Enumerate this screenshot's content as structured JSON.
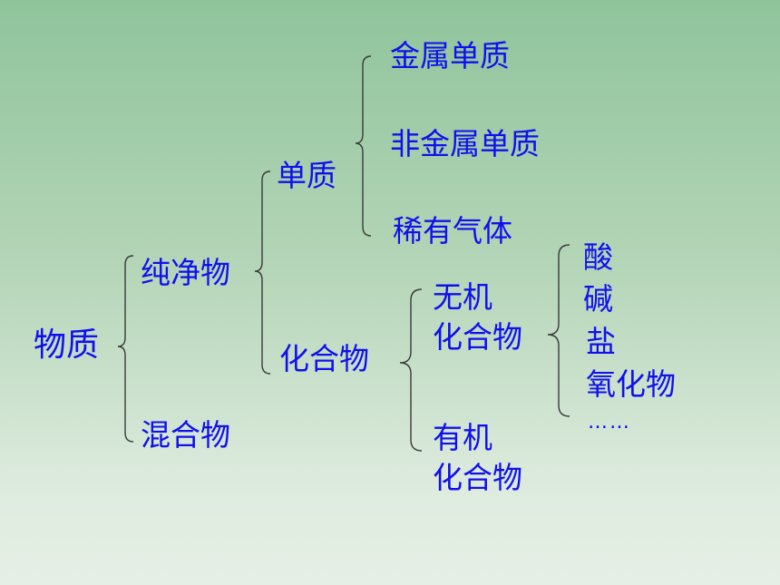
{
  "root": "物质",
  "level1": {
    "pure": "纯净物",
    "mixture": "混合物"
  },
  "level2": {
    "element": "单质",
    "compound": "化合物"
  },
  "element_kinds": [
    "金属单质",
    "非金属单质",
    "稀有气体"
  ],
  "compound_kinds": {
    "inorganic": [
      "无机",
      "化合物"
    ],
    "organic": [
      "有机",
      "化合物"
    ]
  },
  "inorganic_kinds": [
    "酸",
    "碱",
    "盐",
    "氧化物",
    "……"
  ]
}
